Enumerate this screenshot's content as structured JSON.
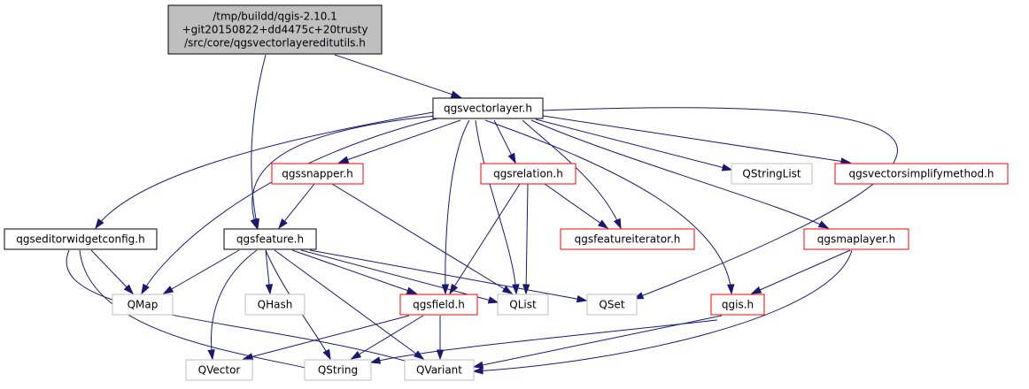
{
  "colors": {
    "edge": "#191970",
    "root_fill": "#bfbfbf",
    "root_border": "#000000",
    "documented_border": "#000000",
    "undocumented_border": "#ff0000",
    "external_border": "#bfbfbf",
    "node_fill": "#ffffff"
  },
  "nodes": {
    "root": {
      "kind": "root",
      "lines": [
        "/tmp/buildd/qgis-2.10.1",
        "+git20150822+dd4475c+20trusty",
        "/src/core/qgsvectorlayereditutils.h"
      ]
    },
    "qgsvectorlayer": {
      "kind": "documented",
      "label": "qgsvectorlayer.h"
    },
    "qgseditorwidgetconfig": {
      "kind": "documented",
      "label": "qgseditorwidgetconfig.h"
    },
    "qgsfeature": {
      "kind": "documented",
      "label": "qgsfeature.h"
    },
    "qgssnapper": {
      "kind": "undocumented",
      "label": "qgssnapper.h"
    },
    "qgsrelation": {
      "kind": "undocumented",
      "label": "qgsrelation.h"
    },
    "qstringlist": {
      "kind": "external",
      "label": "QStringList"
    },
    "qgsvectorsimplifymethod": {
      "kind": "undocumented",
      "label": "qgsvectorsimplifymethod.h"
    },
    "qgsfeatureiterator": {
      "kind": "undocumented",
      "label": "qgsfeatureiterator.h"
    },
    "qgsmaplayer": {
      "kind": "undocumented",
      "label": "qgsmaplayer.h"
    },
    "qmap": {
      "kind": "external",
      "label": "QMap"
    },
    "qhash": {
      "kind": "external",
      "label": "QHash"
    },
    "qgsfield": {
      "kind": "undocumented",
      "label": "qgsfield.h"
    },
    "qlist": {
      "kind": "external",
      "label": "QList"
    },
    "qset": {
      "kind": "external",
      "label": "QSet"
    },
    "qgis": {
      "kind": "undocumented",
      "label": "qgis.h"
    },
    "qvector": {
      "kind": "external",
      "label": "QVector"
    },
    "qstring": {
      "kind": "external",
      "label": "QString"
    },
    "qvariant": {
      "kind": "external",
      "label": "QVariant"
    }
  },
  "edges": [
    [
      "root",
      "qgsvectorlayer"
    ],
    [
      "root",
      "qgsfeature"
    ],
    [
      "qgsvectorlayer",
      "qgseditorwidgetconfig"
    ],
    [
      "qgsvectorlayer",
      "qgsfeature"
    ],
    [
      "qgsvectorlayer",
      "qgssnapper"
    ],
    [
      "qgsvectorlayer",
      "qgsrelation"
    ],
    [
      "qgsvectorlayer",
      "qstringlist"
    ],
    [
      "qgsvectorlayer",
      "qgsvectorsimplifymethod"
    ],
    [
      "qgsvectorlayer",
      "qgsfeatureiterator"
    ],
    [
      "qgsvectorlayer",
      "qgsmaplayer"
    ],
    [
      "qgsvectorlayer",
      "qmap"
    ],
    [
      "qgsvectorlayer",
      "qgsfield"
    ],
    [
      "qgsvectorlayer",
      "qlist"
    ],
    [
      "qgsvectorlayer",
      "qset"
    ],
    [
      "qgsvectorlayer",
      "qgis"
    ],
    [
      "qgseditorwidgetconfig",
      "qmap"
    ],
    [
      "qgseditorwidgetconfig",
      "qstring"
    ],
    [
      "qgseditorwidgetconfig",
      "qvariant"
    ],
    [
      "qgssnapper",
      "qgsfeature"
    ],
    [
      "qgssnapper",
      "qlist"
    ],
    [
      "qgsrelation",
      "qgsfeatureiterator"
    ],
    [
      "qgsrelation",
      "qgsfield"
    ],
    [
      "qgsrelation",
      "qlist"
    ],
    [
      "qgsfeature",
      "qmap"
    ],
    [
      "qgsfeature",
      "qhash"
    ],
    [
      "qgsfeature",
      "qvector"
    ],
    [
      "qgsfeature",
      "qstring"
    ],
    [
      "qgsfeature",
      "qvariant"
    ],
    [
      "qgsfeature",
      "qgsfield"
    ],
    [
      "qgsfeature",
      "qlist"
    ],
    [
      "qgsfeature",
      "qset"
    ],
    [
      "qgsmaplayer",
      "qgis"
    ],
    [
      "qgsmaplayer",
      "qvariant"
    ],
    [
      "qgsfield",
      "qvector"
    ],
    [
      "qgsfield",
      "qstring"
    ],
    [
      "qgsfield",
      "qvariant"
    ],
    [
      "qgis",
      "qstring"
    ],
    [
      "qgis",
      "qvariant"
    ]
  ]
}
